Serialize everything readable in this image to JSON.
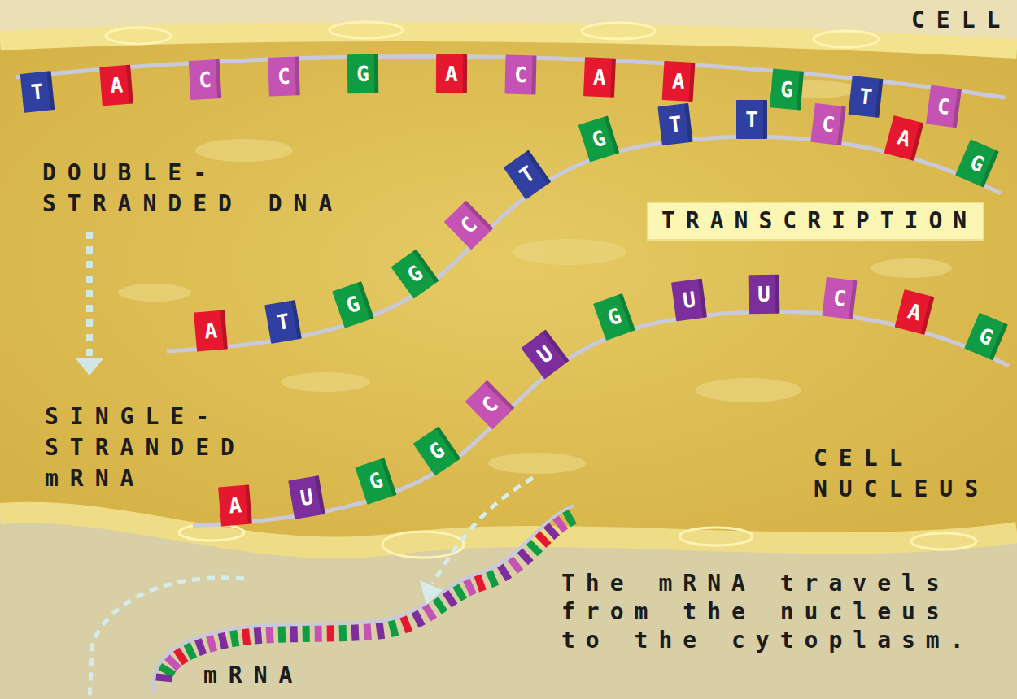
{
  "diagram": {
    "nodes": [
      {
        "text": [
          "T"
        ]
      },
      {
        "text": [
          "A"
        ]
      },
      {
        "text": [
          "C"
        ]
      },
      {
        "text": [
          "C"
        ]
      },
      {
        "text": [
          "G"
        ]
      },
      {
        "text": [
          "A"
        ]
      },
      {
        "text": [
          "C"
        ]
      },
      {
        "text": [
          "A"
        ]
      },
      {
        "text": [
          "A"
        ]
      },
      {
        "text": [
          "G"
        ]
      },
      {
        "text": [
          "T"
        ]
      },
      {
        "text": [
          "C"
        ]
      },
      {
        "text": [
          "A"
        ]
      },
      {
        "text": [
          "T"
        ]
      },
      {
        "text": [
          "G"
        ]
      },
      {
        "text": [
          "G"
        ]
      },
      {
        "text": [
          "C"
        ]
      },
      {
        "text": [
          "T"
        ]
      },
      {
        "text": [
          "G"
        ]
      },
      {
        "text": [
          "T"
        ]
      },
      {
        "text": [
          "T"
        ]
      },
      {
        "text": [
          "C"
        ]
      },
      {
        "text": [
          "A"
        ]
      },
      {
        "text": [
          "G"
        ]
      },
      {
        "text": [
          "TRANSCRIPTION"
        ]
      },
      {
        "text": [
          "A"
        ]
      },
      {
        "text": [
          "U"
        ]
      },
      {
        "text": [
          "G"
        ]
      },
      {
        "text": [
          "G"
        ]
      },
      {
        "text": [
          "C"
        ]
      },
      {
        "text": [
          "U"
        ]
      },
      {
        "text": [
          "G"
        ]
      },
      {
        "text": [
          "U"
        ]
      },
      {
        "text": [
          "U"
        ]
      },
      {
        "text": [
          "C"
        ]
      },
      {
        "text": [
          "A"
        ]
      },
      {
        "text": [
          "G"
        ]
      }
    ],
    "labels": [
      "CELL",
      "DOUBLE- STRANDED DNA",
      "SINGLE- STRANDED mRNA",
      "CELL NUCLEUS",
      "The mRNA travels from the nucleus to the cytoplasm.",
      "mRNA"
    ]
  }
}
